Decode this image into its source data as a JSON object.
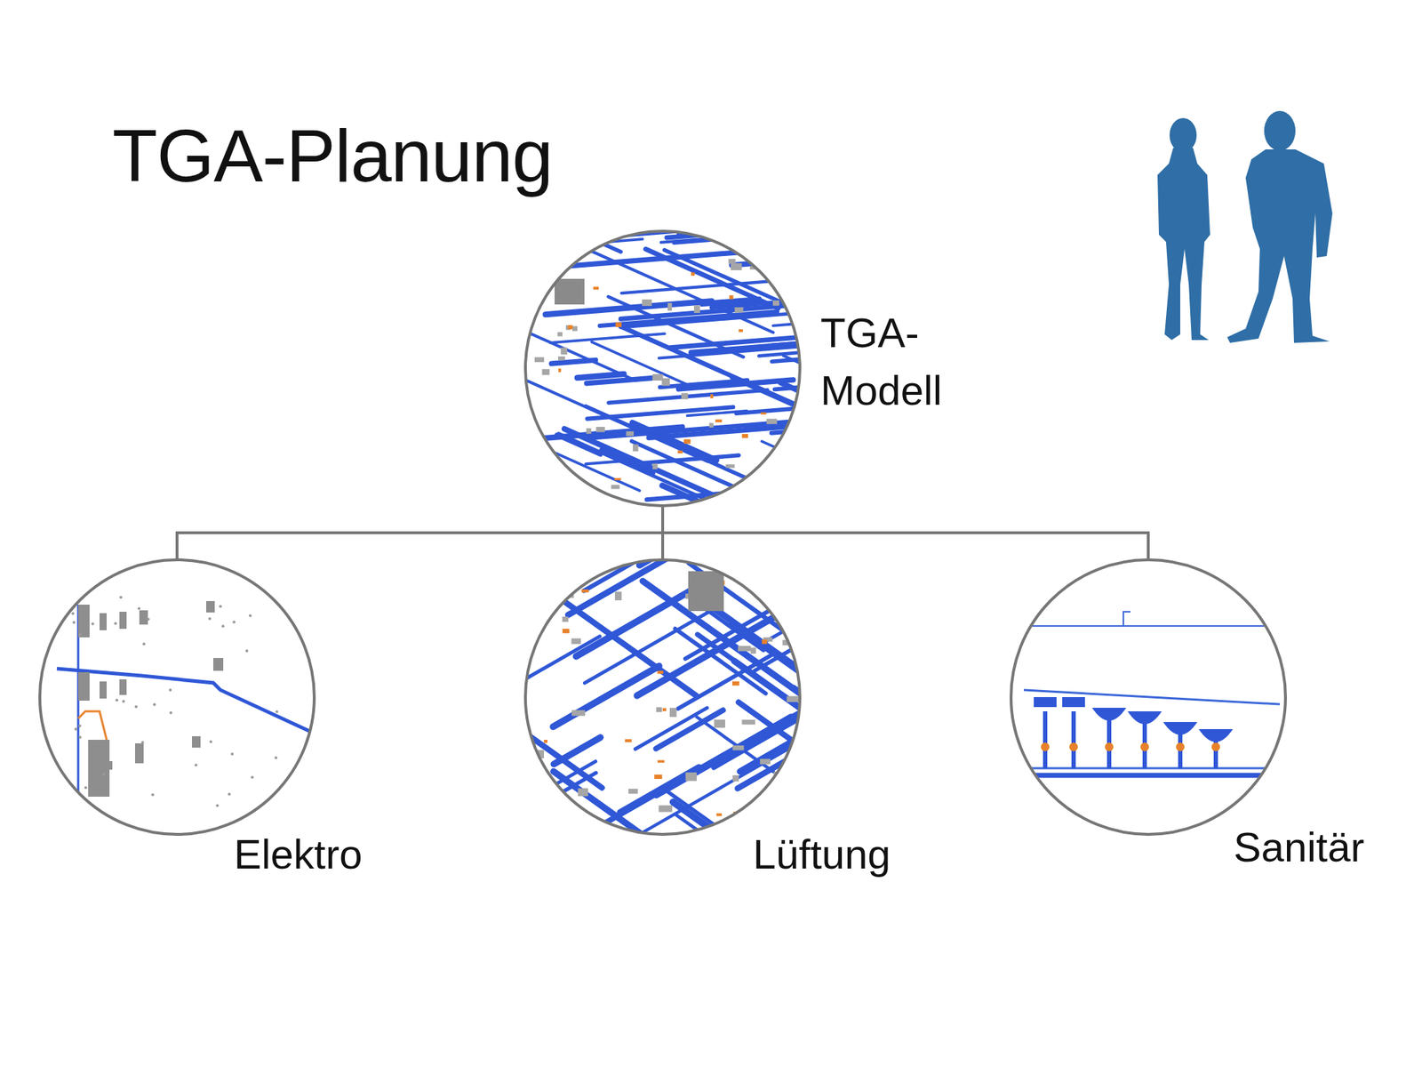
{
  "diagram": {
    "title": "TGA-Planung",
    "nodes": [
      {
        "text": [
          "TGA- Modell"
        ]
      },
      {
        "text": [
          "Elektro"
        ]
      },
      {
        "text": [
          "Lüftung"
        ]
      },
      {
        "text": [
          "Sanitär"
        ]
      }
    ],
    "edges": [
      {
        "from": 0,
        "to": 1,
        "arrow": "none"
      },
      {
        "from": 0,
        "to": 2,
        "arrow": "none"
      },
      {
        "from": 0,
        "to": 3,
        "arrow": "none"
      }
    ]
  }
}
